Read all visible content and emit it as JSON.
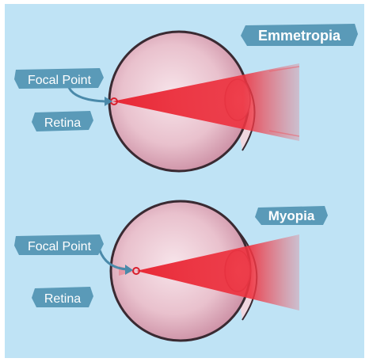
{
  "colors": {
    "background": "#bfe3f5",
    "label_brush": "#5a9ab8",
    "eye_fill": "#e8c3cf",
    "eye_outline": "#3a2a32",
    "light_ray": "#e8202e",
    "arrow": "#4a8aaa"
  },
  "diagram": {
    "panels": [
      {
        "title": "Emmetropia",
        "focal_label": "Focal Point",
        "retina_label": "Retina"
      },
      {
        "title": "Myopia",
        "focal_label": "Focal Point",
        "retina_label": "Retina"
      }
    ]
  }
}
